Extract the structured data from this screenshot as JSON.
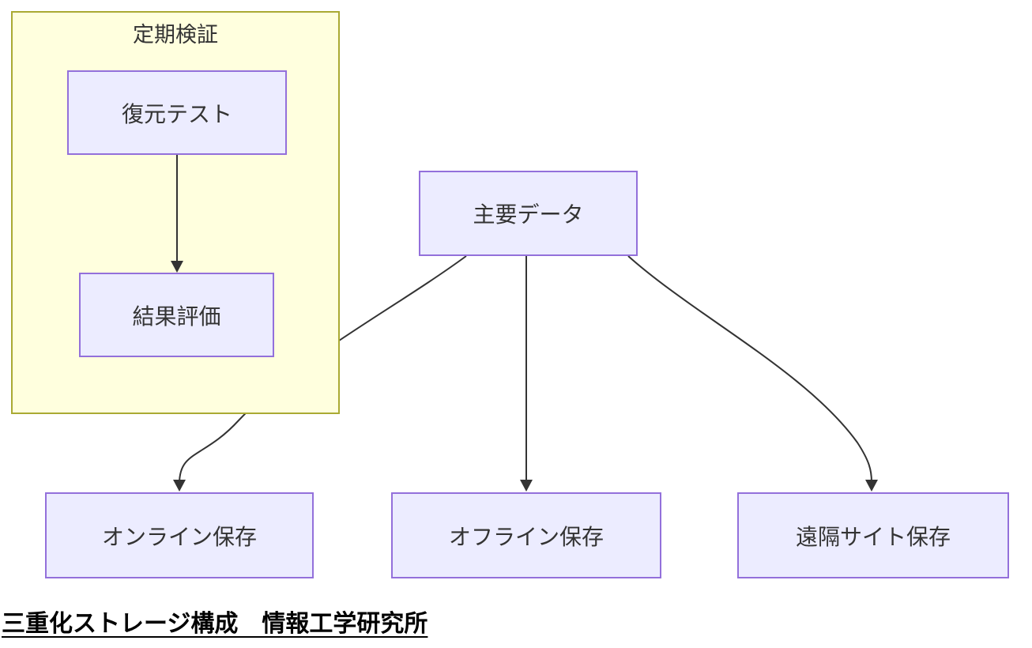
{
  "diagram": {
    "type": "flowchart",
    "title": "三重化ストレージ構成　情報工学研究所",
    "subgraph": {
      "label": "定期検証",
      "children": [
        "復元テスト",
        "結果評価"
      ]
    },
    "nodes": [
      {
        "id": "restore-test",
        "label": "復元テスト"
      },
      {
        "id": "result-evaluation",
        "label": "結果評価"
      },
      {
        "id": "main-data",
        "label": "主要データ"
      },
      {
        "id": "online-storage",
        "label": "オンライン保存"
      },
      {
        "id": "offline-storage",
        "label": "オフライン保存"
      },
      {
        "id": "remote-storage",
        "label": "遠隔サイト保存"
      }
    ],
    "edges": [
      {
        "from": "復元テスト",
        "to": "結果評価",
        "arrow": true
      },
      {
        "from": "主要データ",
        "to": "オンライン保存",
        "arrow": true
      },
      {
        "from": "主要データ",
        "to": "オフライン保存",
        "arrow": true
      },
      {
        "from": "主要データ",
        "to": "遠隔サイト保存",
        "arrow": true
      }
    ],
    "colors": {
      "node_fill": "#ECECFF",
      "node_border": "#9370DB",
      "subgraph_fill": "#FFFFDE",
      "subgraph_border": "#AAAA33",
      "edge": "#333333",
      "text": "#333333"
    }
  }
}
